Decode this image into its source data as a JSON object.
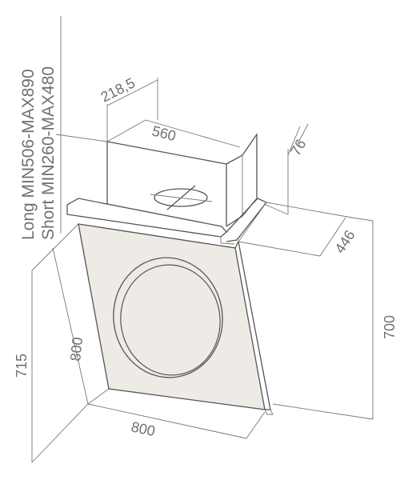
{
  "labels": {
    "long_height": "Long MIN506-MAX890",
    "short_height": "Short MIN260-MAX480",
    "duct_depth": "218,5",
    "duct_width": "560",
    "offset": "76",
    "hood_depth": "446",
    "hood_height": "700",
    "total_height": "715",
    "panel_diagonal": "800",
    "hood_width": "800"
  },
  "colors": {
    "line": "#777777",
    "body_line": "#555555",
    "panel_fill": "#eeebe6",
    "text": "#6f6f6f"
  }
}
